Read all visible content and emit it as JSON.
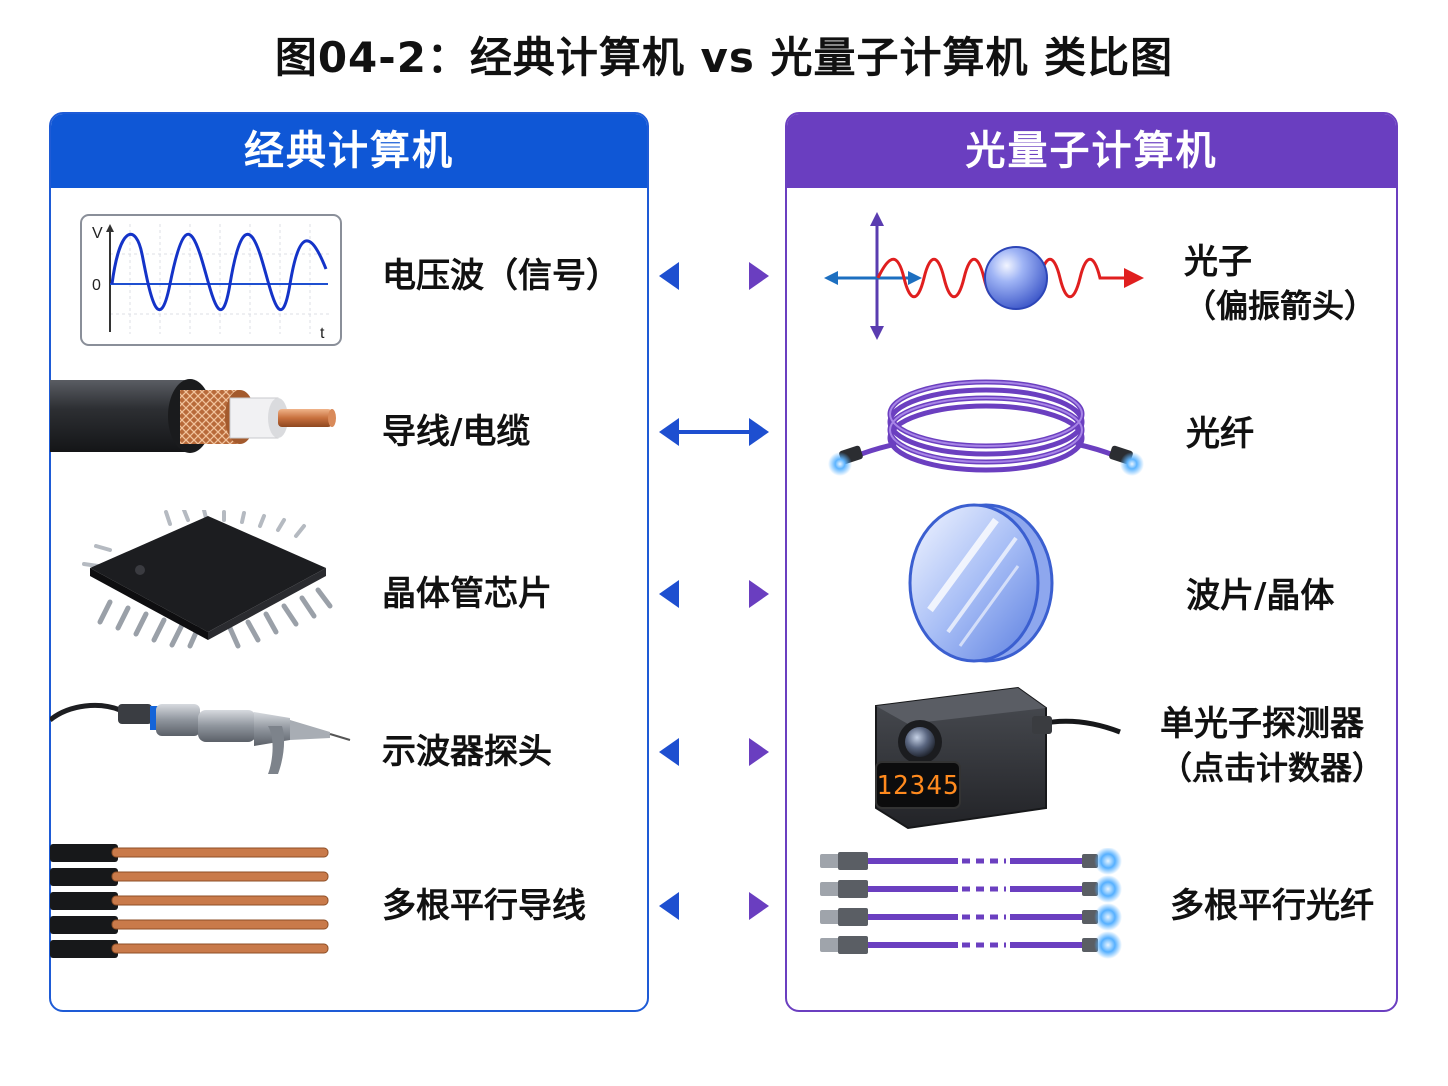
{
  "title": "图04-2：经典计算机 vs 光量子计算机 类比图",
  "left_panel": {
    "header": "经典计算机",
    "items": [
      {
        "label": "电压波（信号）"
      },
      {
        "label": "导线/电缆"
      },
      {
        "label": "晶体管芯片"
      },
      {
        "label": "示波器探头"
      },
      {
        "label": "多根平行导线"
      }
    ],
    "waveform": {
      "axis_v": "V",
      "axis_zero": "0",
      "axis_t": "t"
    }
  },
  "right_panel": {
    "header": "光量子计算机",
    "items": [
      {
        "label": "光子",
        "sub": "（偏振箭头）"
      },
      {
        "label": "光纤"
      },
      {
        "label": "波片/晶体"
      },
      {
        "label": "单光子探测器",
        "sub": "（点击计数器）"
      },
      {
        "label": "多根平行光纤"
      }
    ],
    "counter_display": "12345"
  },
  "colors": {
    "left_accent": "#0f57d6",
    "right_accent": "#6a3ec0",
    "arrow_left": "#1e4fd0",
    "arrow_right": "#6a3ec0"
  }
}
